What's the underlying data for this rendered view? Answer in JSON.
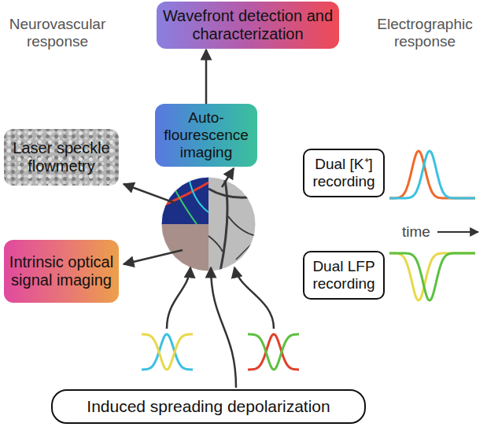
{
  "diagram": {
    "nodes": [
      {
        "text": [
          "Wavefront detection and characterization"
        ]
      },
      {
        "text": [
          "Auto- flourescence imaging"
        ]
      },
      {
        "text": [
          "Laser speckle flowmetry"
        ]
      },
      {
        "text": [
          "Dual [K⁺] recording"
        ]
      },
      {
        "text": [
          "Intrinsic optical signal imaging"
        ]
      },
      {
        "text": [
          "Dual LFP recording"
        ]
      },
      {
        "text": [
          "Induced spreading depolarization"
        ]
      }
    ],
    "edges": [
      {
        "from": 1,
        "to": 0,
        "arrow": "to"
      }
    ],
    "labels": [
      "Neurovascular response",
      "Electrographic response",
      "time"
    ]
  }
}
